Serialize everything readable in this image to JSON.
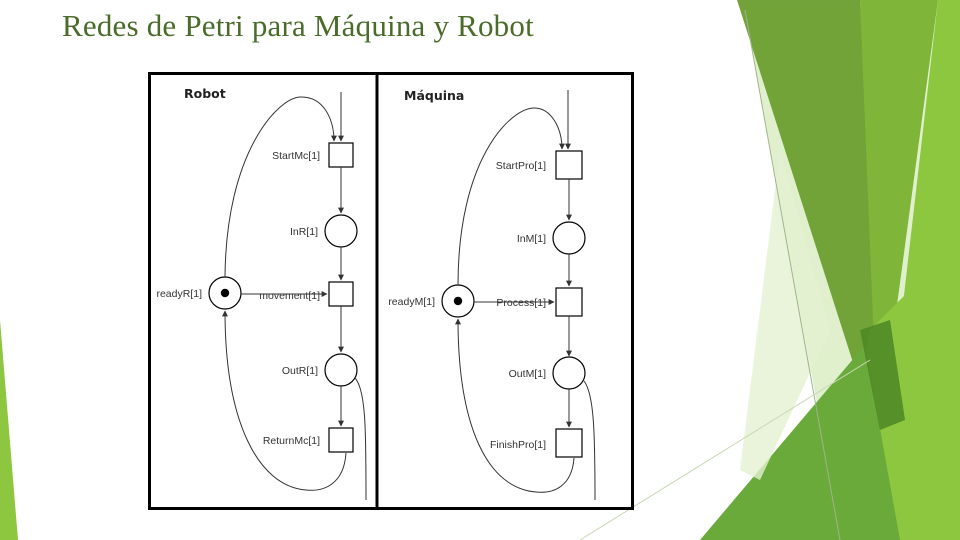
{
  "slide": {
    "title": "Redes de Petri para Máquina y Robot"
  },
  "theme": {
    "title_color": "#4a6b2a",
    "accent_greens": [
      "#8dc63f",
      "#6a9e2f",
      "#5b8f2a",
      "#b9dc8a",
      "#d8ecc0"
    ]
  },
  "diagram": {
    "robot": {
      "title": "Robot",
      "transitions": [
        "StartMc[1]",
        "movement[1]",
        "ReturnMc[1]"
      ],
      "places": [
        "InR[1]",
        "OutR[1]"
      ],
      "resource_place": {
        "label": "readyR[1]",
        "tokens": 1
      }
    },
    "machine": {
      "title": "Máquina",
      "transitions": [
        "StartPro[1]",
        "Process[1]",
        "FinishPro[1]"
      ],
      "places": [
        "InM[1]",
        "OutM[1]"
      ],
      "resource_place": {
        "label": "readyM[1]",
        "tokens": 1
      }
    }
  }
}
